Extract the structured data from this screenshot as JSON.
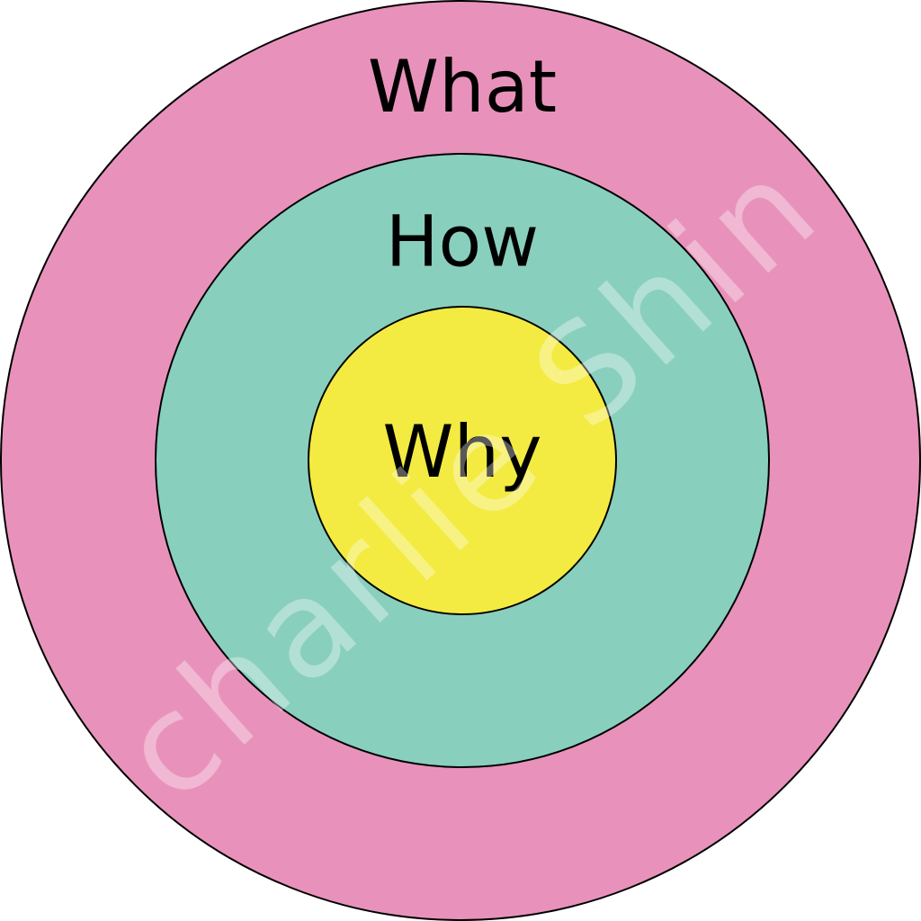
{
  "rings": {
    "outer": {
      "label": "What",
      "color": "#e892bb"
    },
    "middle": {
      "label": "How",
      "color": "#89cfbd"
    },
    "inner": {
      "label": "Why",
      "color": "#f3eb41"
    }
  },
  "watermark": {
    "text": "charlie Shin"
  }
}
